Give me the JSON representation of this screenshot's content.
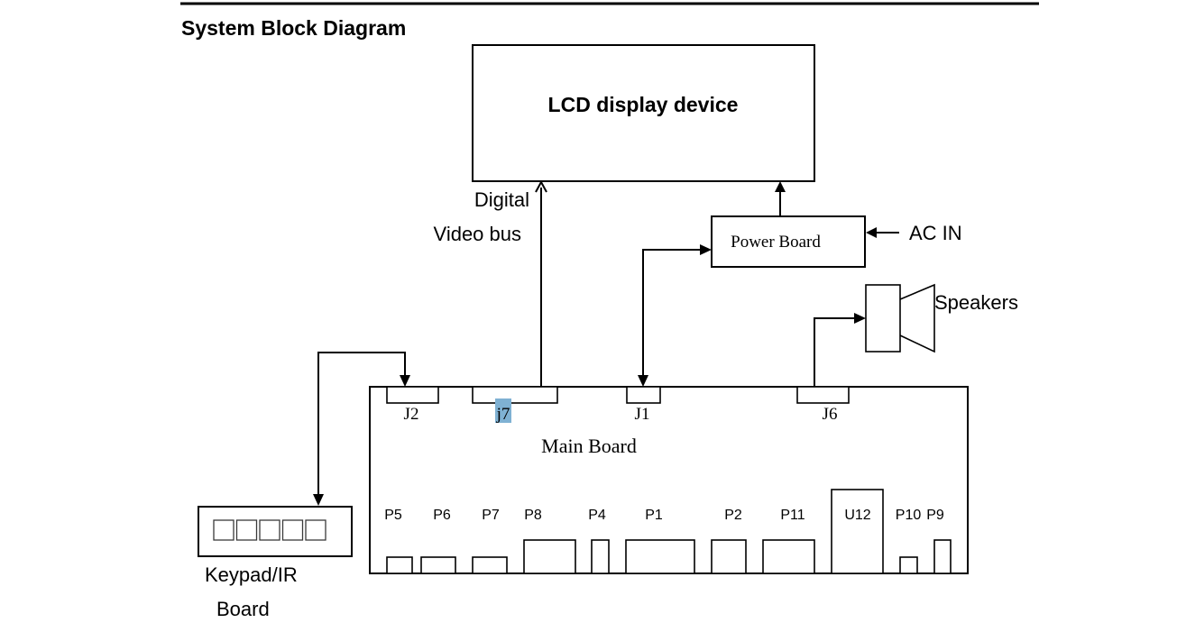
{
  "page": {
    "title": "System Block Diagram"
  },
  "blocks": {
    "lcd": {
      "label": "LCD display device"
    },
    "power_board": {
      "label": "Power Board"
    },
    "main_board": {
      "label": "Main Board"
    },
    "keypad": {
      "label_line1": "Keypad/IR",
      "label_line2": "Board",
      "key_count": 5
    },
    "speakers": {
      "label": "Speakers"
    }
  },
  "signals": {
    "video_bus_line1": "Digital",
    "video_bus_line2": "Video bus",
    "ac_in": "AC IN"
  },
  "connectors_top": [
    {
      "id": "J2",
      "label": "J2"
    },
    {
      "id": "j7",
      "label": "j7",
      "highlighted": true
    },
    {
      "id": "J1",
      "label": "J1"
    },
    {
      "id": "J6",
      "label": "J6"
    }
  ],
  "connectors_bottom": [
    {
      "id": "P5",
      "label": "P5"
    },
    {
      "id": "P6",
      "label": "P6"
    },
    {
      "id": "P7",
      "label": "P7"
    },
    {
      "id": "P8",
      "label": "P8"
    },
    {
      "id": "P4",
      "label": "P4"
    },
    {
      "id": "P1",
      "label": "P1"
    },
    {
      "id": "P2",
      "label": "P2"
    },
    {
      "id": "P11",
      "label": "P11"
    },
    {
      "id": "U12",
      "label": "U12"
    },
    {
      "id": "P10",
      "label": "P10"
    },
    {
      "id": "P9",
      "label": "P9"
    }
  ],
  "colors": {
    "selection_highlight": "#7fb1d3"
  }
}
